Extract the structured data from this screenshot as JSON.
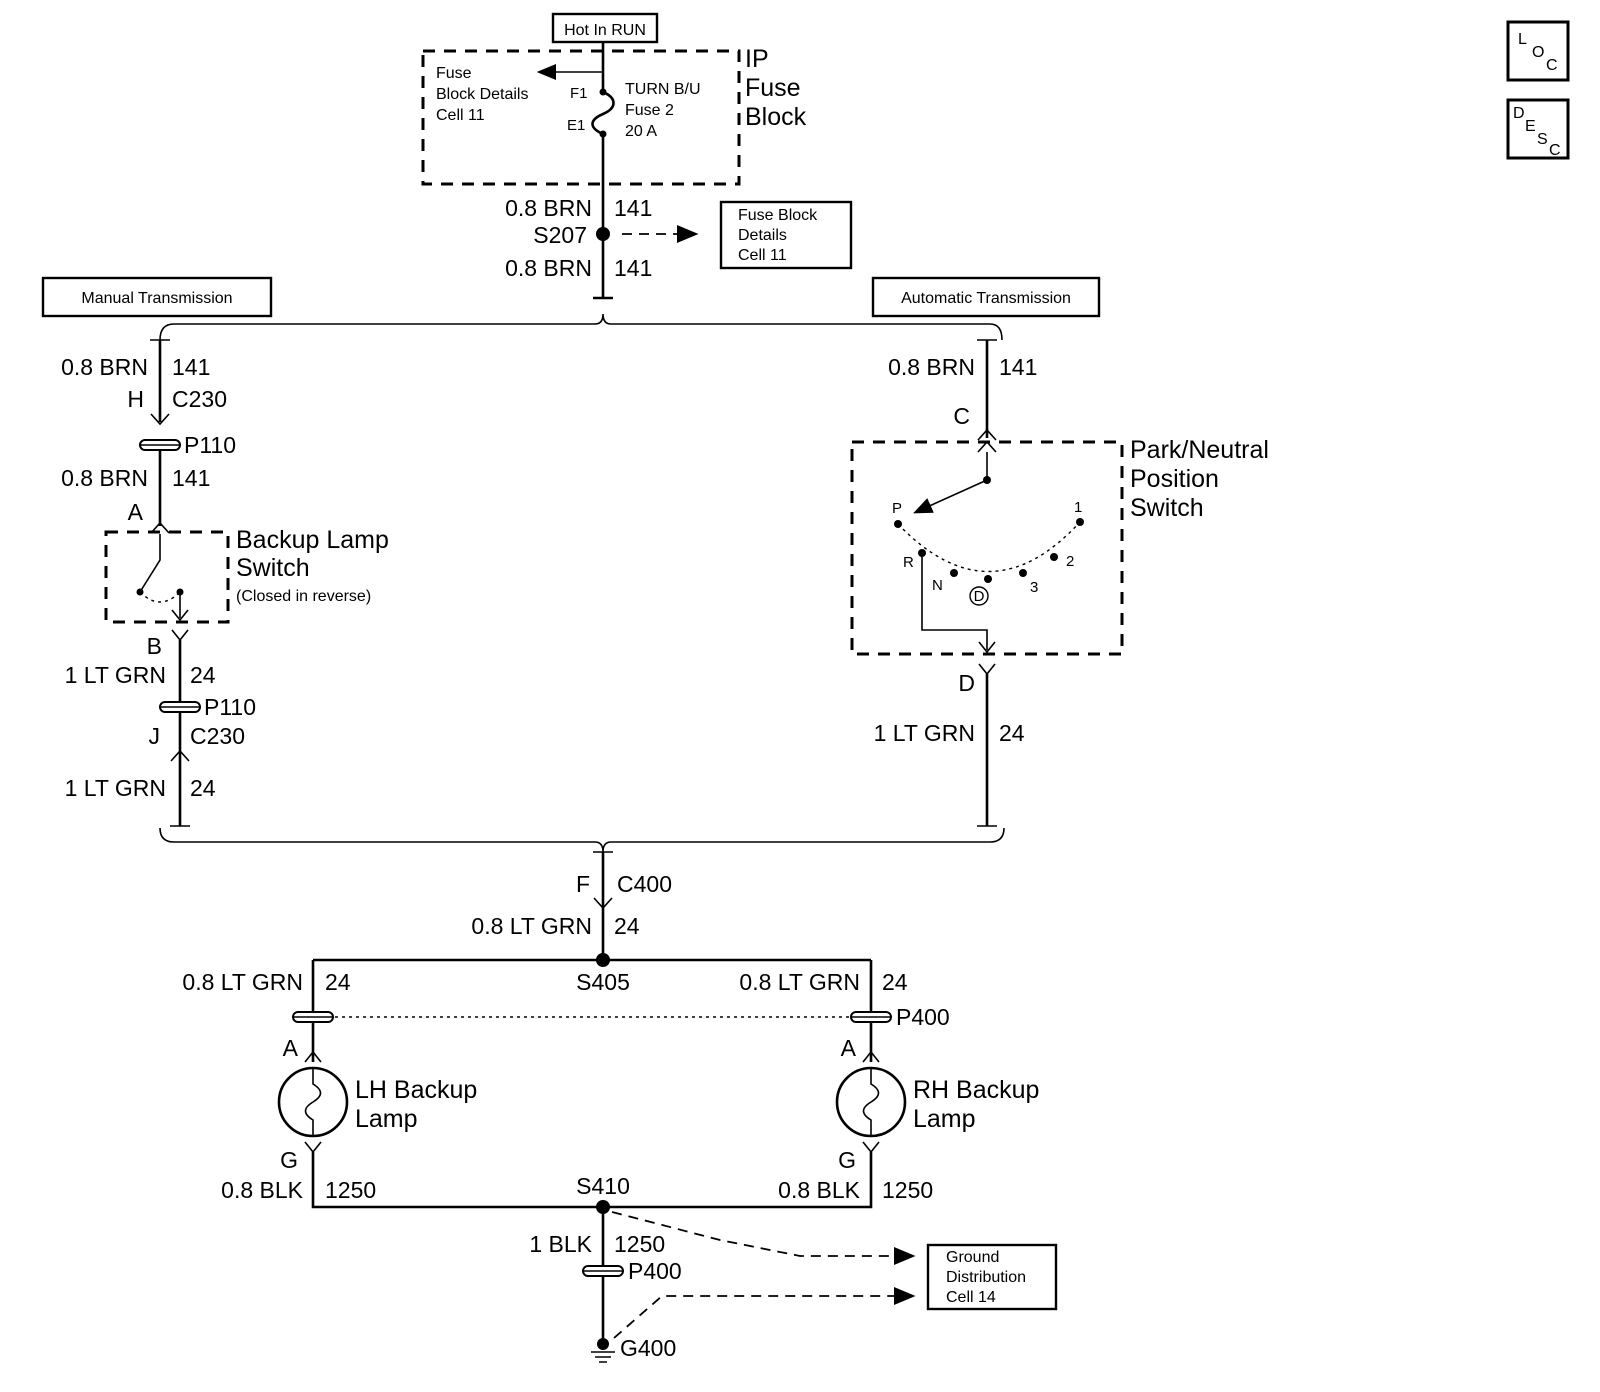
{
  "top": {
    "hot_label": "Hot In RUN",
    "fuse_ref": [
      "Fuse",
      "Block Details",
      "Cell 11"
    ],
    "f1": "F1",
    "e1": "E1",
    "fuse_name": [
      "TURN B/U",
      "Fuse 2",
      "20 A"
    ],
    "block_name": [
      "IP",
      "Fuse",
      "Block"
    ],
    "wire_top_color": "0.8 BRN",
    "wire_top_circuit": "141",
    "splice_s207": "S207",
    "wire_top2_color": "0.8 BRN",
    "wire_top2_circuit": "141",
    "fuse_ref2": [
      "Fuse Block",
      "Details",
      "Cell 11"
    ]
  },
  "icons": {
    "loc": [
      "L",
      "O",
      "C"
    ],
    "desc": [
      "D",
      "E",
      "S",
      "C"
    ]
  },
  "manual": {
    "title": "Manual Transmission",
    "w1_color": "0.8 BRN",
    "w1_circuit": "141",
    "c230_pin_h": "H",
    "c230": "C230",
    "p110_a": "P110",
    "w2_color": "0.8 BRN",
    "w2_circuit": "141",
    "pin_a": "A",
    "switch_name": [
      "Backup Lamp",
      "Switch"
    ],
    "switch_note": "(Closed in reverse)",
    "pin_b": "B",
    "w3_color": "1 LT GRN",
    "w3_circuit": "24",
    "p110_b": "P110",
    "c230_pin_j": "J",
    "c230_b": "C230",
    "w4_color": "1 LT GRN",
    "w4_circuit": "24"
  },
  "automatic": {
    "title": "Automatic Transmission",
    "w1_color": "0.8 BRN",
    "w1_circuit": "141",
    "pin_c": "C",
    "switch_name": [
      "Park/Neutral",
      "Position",
      "Switch"
    ],
    "positions": [
      "P",
      "R",
      "N",
      "D",
      "3",
      "2",
      "1"
    ],
    "pin_d": "D",
    "w2_color": "1 LT GRN",
    "w2_circuit": "24"
  },
  "bottom": {
    "c400_pin": "F",
    "c400": "C400",
    "w1_color": "0.8 LT GRN",
    "w1_circuit": "24",
    "splice_s405": "S405",
    "lh_color": "0.8 LT GRN",
    "lh_circuit": "24",
    "rh_color": "0.8 LT GRN",
    "rh_circuit": "24",
    "p400": "P400",
    "lh_pin_a": "A",
    "rh_pin_a": "A",
    "lh_lamp": [
      "LH Backup",
      "Lamp"
    ],
    "rh_lamp": [
      "RH Backup",
      "Lamp"
    ],
    "lh_pin_g": "G",
    "rh_pin_g": "G",
    "lh_gnd_color": "0.8 BLK",
    "lh_gnd_circuit": "1250",
    "rh_gnd_color": "0.8 BLK",
    "rh_gnd_circuit": "1250",
    "splice_s410": "S410",
    "gnd_color": "1 BLK",
    "gnd_circuit": "1250",
    "p400_b": "P400",
    "ground": "G400",
    "ground_ref": [
      "Ground",
      "Distribution",
      "Cell 14"
    ]
  }
}
